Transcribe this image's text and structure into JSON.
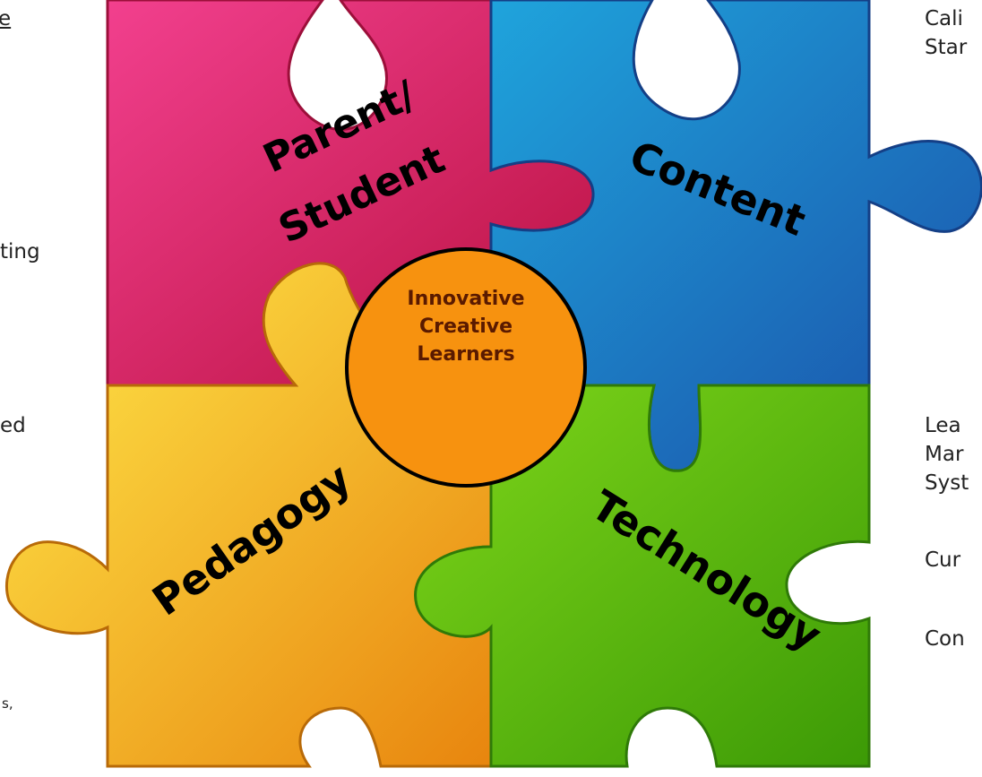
{
  "left_text": {
    "line1": "e",
    "line2": "ting",
    "line3": "ed",
    "line4": "s,"
  },
  "right_text": {
    "line1a": "Cali",
    "line1b": "Star",
    "line2a": "Lea",
    "line2b": "Mar",
    "line2c": "Syst",
    "line3": "Cur",
    "line4": "Con"
  },
  "pieces": {
    "parent_student_1": "Parent/",
    "parent_student_2": "Student",
    "content": "Content",
    "pedagogy": "Pedagogy",
    "technology": "Technology"
  },
  "center": {
    "line1": "Innovative",
    "line2": "Creative",
    "line3": "Learners"
  },
  "colors": {
    "parent_student": "#d81e63",
    "content": "#1e74c0",
    "pedagogy": "#f0b81a",
    "technology": "#4fb50c",
    "center": "#f7920f"
  }
}
